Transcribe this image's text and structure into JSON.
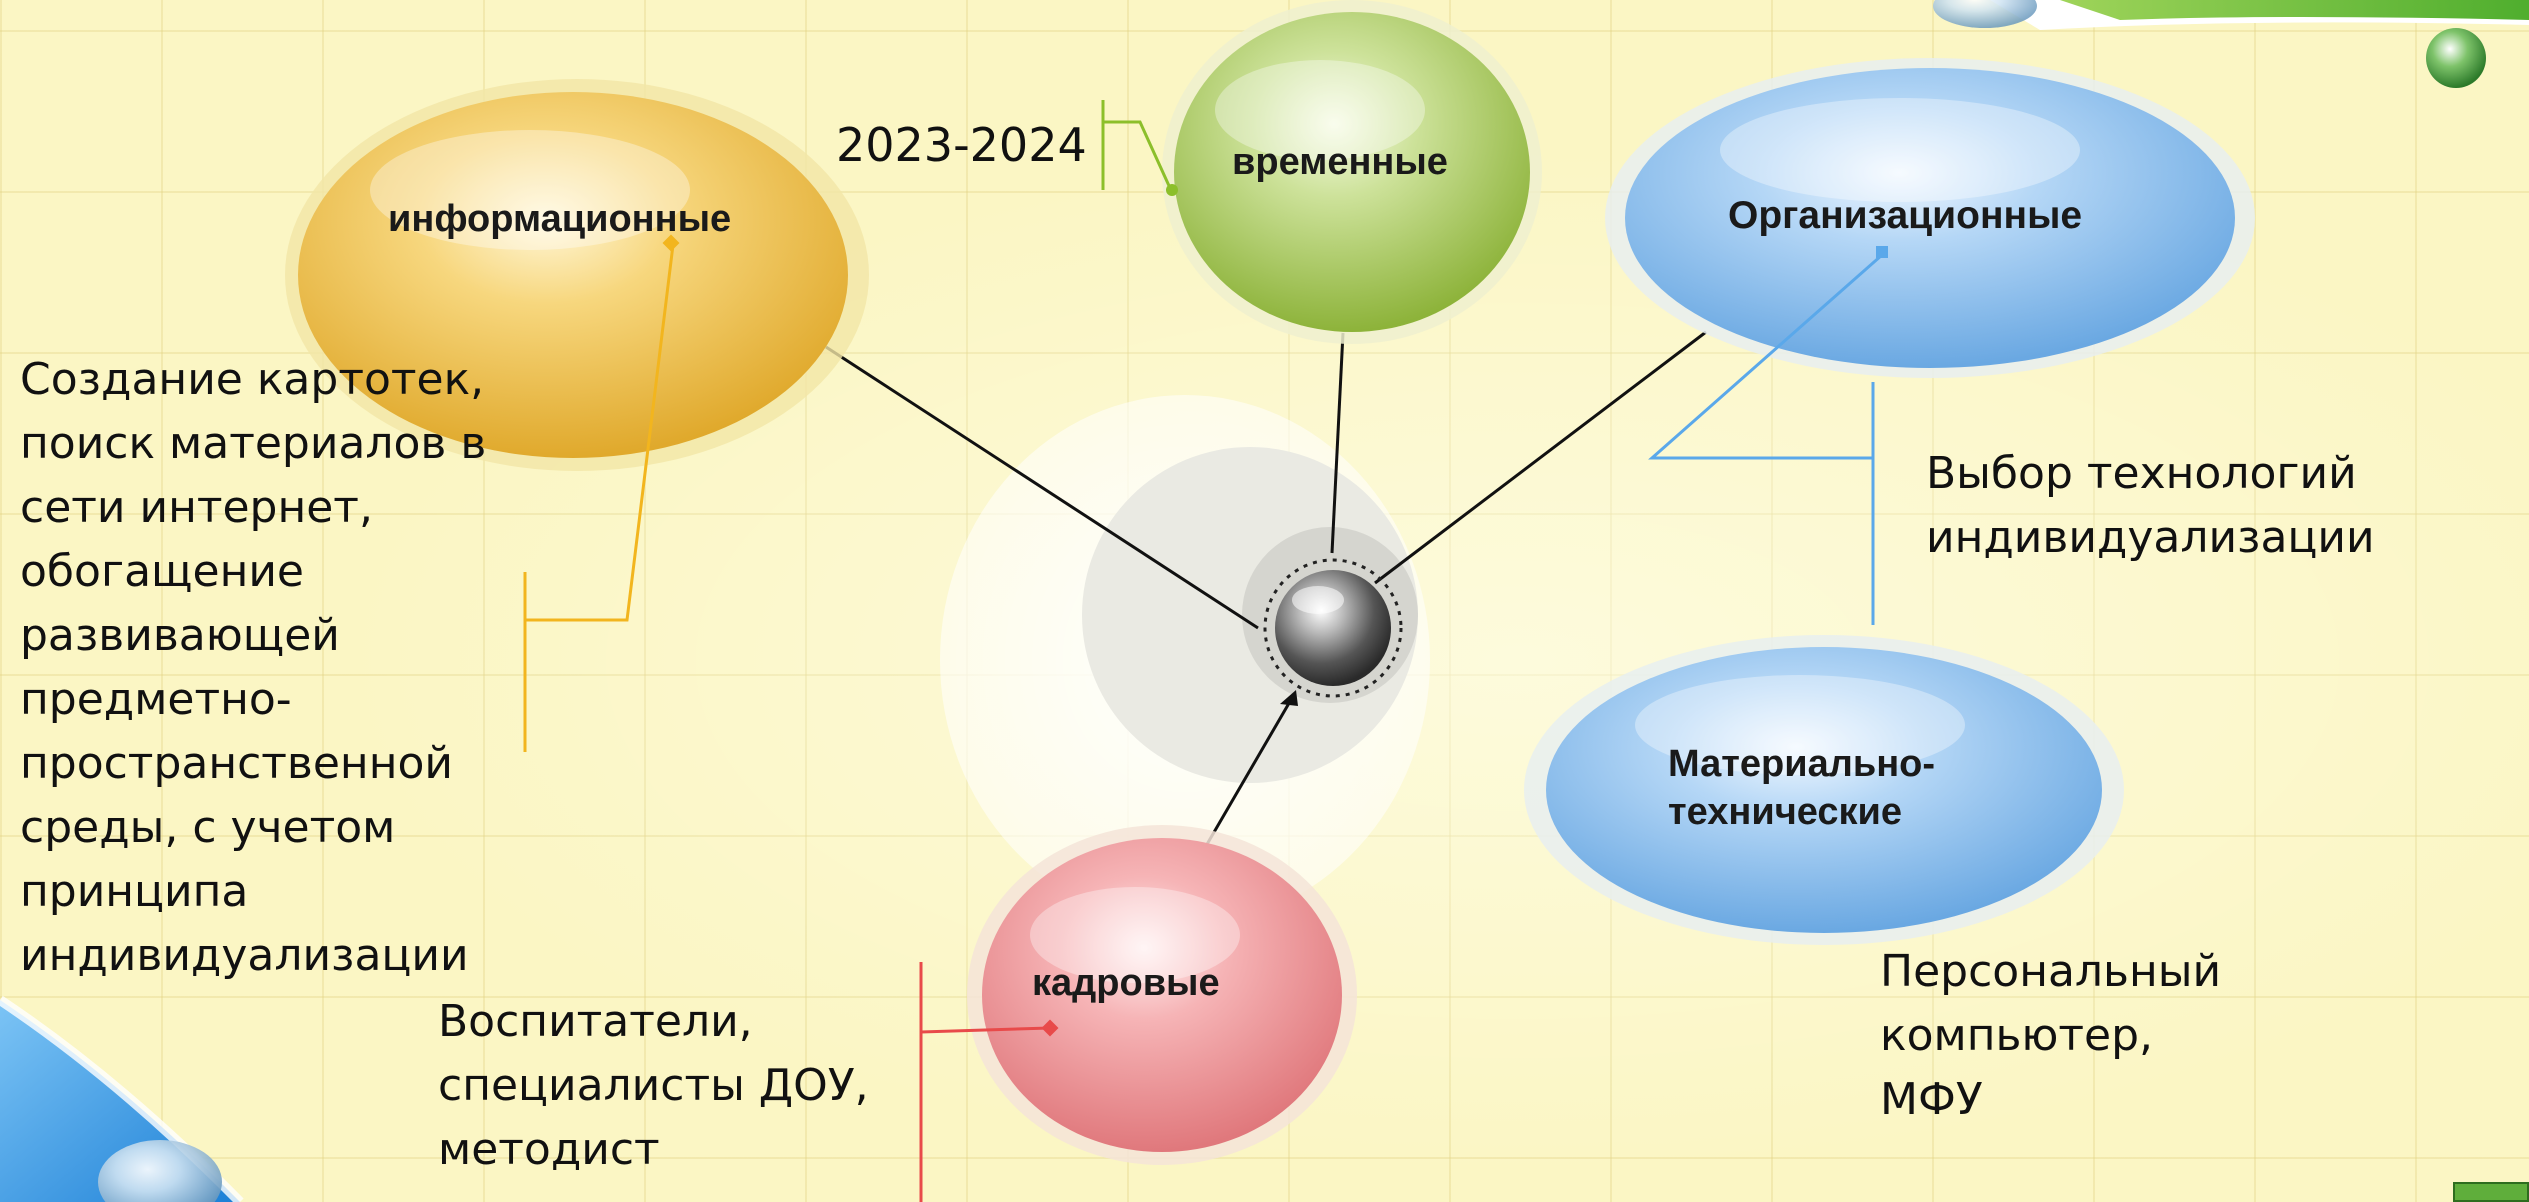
{
  "nodes": {
    "informational": {
      "label": "информационные"
    },
    "temporal": {
      "label": "временные"
    },
    "organizational": {
      "label": "Организационные"
    },
    "material": {
      "label": "Материально-\nтехнические"
    },
    "personnel": {
      "label": "кадровые"
    }
  },
  "details": {
    "period": "2023-2024",
    "informational": "Создание картотек,\nпоиск материалов в\nсети интернет,\nобогащение\nразвивающей\nпредметно-\nпространственной\nсреды, с учетом\nпринципа\nиндивидуализации",
    "organizational": "Выбор технологий\nиндивидуализации",
    "material": "Персональный компьютер,\nМФУ",
    "personnel": "Воспитатели,\nспециалисты ДОУ,\nметодист"
  },
  "colors": {
    "yellow": "#f2c24e",
    "green": "#a9cc55",
    "blue": "#8fc0ee",
    "pink": "#ee8f93",
    "yellow_line": "#f2b51e",
    "green_line": "#8cbf2a",
    "blue_line": "#5aa8ea",
    "red_line": "#e84a4a"
  }
}
